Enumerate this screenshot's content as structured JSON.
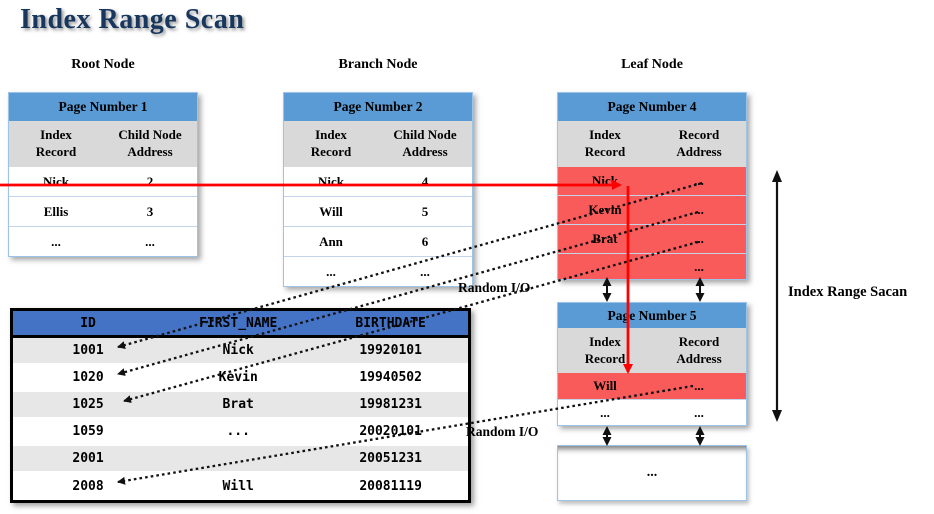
{
  "title": "Index Range Scan",
  "section_labels": {
    "root": "Root Node",
    "branch": "Branch Node",
    "leaf": "Leaf Node"
  },
  "page1": {
    "title": "Page Number 1",
    "columns": [
      {
        "line1": "Index",
        "line2": "Record"
      },
      {
        "line1": "Child Node",
        "line2": "Address"
      }
    ],
    "rows": [
      [
        "Nick",
        "2"
      ],
      [
        "Ellis",
        "3"
      ],
      [
        "...",
        "..."
      ]
    ]
  },
  "page2": {
    "title": "Page Number 2",
    "columns": [
      {
        "line1": "Index",
        "line2": "Record"
      },
      {
        "line1": "Child Node",
        "line2": "Address"
      }
    ],
    "rows": [
      [
        "Nick",
        "4"
      ],
      [
        "Will",
        "5"
      ],
      [
        "Ann",
        "6"
      ],
      [
        "...",
        "..."
      ]
    ]
  },
  "page4": {
    "title": "Page Number 4",
    "columns": [
      {
        "line1": "Index",
        "line2": "Record"
      },
      {
        "line1": "Record",
        "line2": "Address"
      }
    ],
    "rows": [
      [
        "Nick",
        "..."
      ],
      [
        "Kevin",
        "..."
      ],
      [
        "Brat",
        "..."
      ],
      [
        "",
        "..."
      ]
    ]
  },
  "page5": {
    "title": "Page Number 5",
    "columns": [
      {
        "line1": "Index",
        "line2": "Record"
      },
      {
        "line1": "Record",
        "line2": "Address"
      }
    ],
    "rows": [
      [
        "Will",
        "..."
      ],
      [
        "...",
        "..."
      ]
    ]
  },
  "overflow_box": {
    "label": "..."
  },
  "data_table": {
    "columns": [
      "ID",
      "FIRST_NAME",
      "BIRTHDATE"
    ],
    "rows": [
      [
        "1001",
        "Nick",
        "19920101"
      ],
      [
        "1020",
        "Kevin",
        "19940502"
      ],
      [
        "1025",
        "Brat",
        "19981231"
      ],
      [
        "1059",
        "...",
        "20020101"
      ],
      [
        "2001",
        "",
        "20051231"
      ],
      [
        "2008",
        "Will",
        "20081119"
      ]
    ]
  },
  "annotations": {
    "random_io": [
      "Random I/O",
      "Random I/O"
    ],
    "index_range_scan": "Index Range Sacan"
  },
  "colors": {
    "title_navy": "#17375E",
    "node_header_blue": "#5B9BD5",
    "col_header_gray": "#D9D9D9",
    "highlight_red": "#F95B5B",
    "data_header_blue": "#4472C4",
    "row_alt_gray": "#E7E7E7",
    "table_border_blue": "#9DC3E6",
    "arrow_red": "#FF0000",
    "arrow_black": "#111111"
  }
}
